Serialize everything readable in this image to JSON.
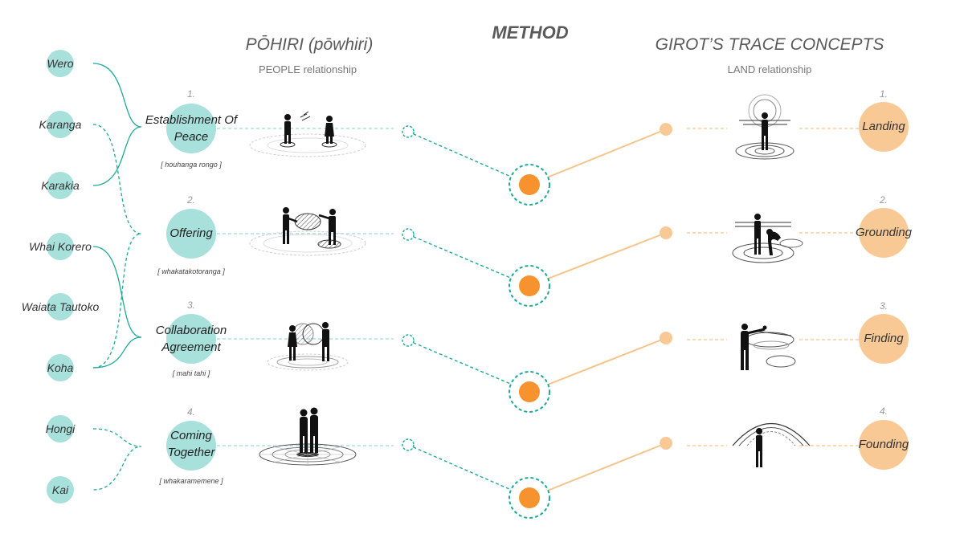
{
  "title": "METHOD",
  "left_column": {
    "title": "PŌHIRI (pōwhiri)",
    "subtitle": "PEOPLE relationship",
    "items": [
      "Wero",
      "Karanga",
      "Karakia",
      "Whai Korero",
      "Waiata Tautoko",
      "Koha",
      "Hongi",
      "Kai"
    ],
    "steps": [
      {
        "num": "1.",
        "label": "Establishment Of Peace",
        "sub": "[ houhanga rongo ]"
      },
      {
        "num": "2.",
        "label": "Offering",
        "sub": "[ whakatakotoranga ]"
      },
      {
        "num": "3.",
        "label": "Collaboration Agreement",
        "sub": "[ mahi tahi ]"
      },
      {
        "num": "4.",
        "label": "Coming Together",
        "sub": "[ whakaramemene ]"
      }
    ]
  },
  "right_column": {
    "title": "GIROT’S TRACE CONCEPTS",
    "subtitle": "LAND relationship",
    "steps": [
      {
        "num": "1.",
        "label": "Landing"
      },
      {
        "num": "2.",
        "label": "Grounding"
      },
      {
        "num": "3.",
        "label": "Finding"
      },
      {
        "num": "4.",
        "label": "Founding"
      }
    ]
  },
  "colors": {
    "teal_fill": "#a8e0dc",
    "teal_line": "#1fa99a",
    "orange_fill": "#f9c995",
    "orange_line": "#f5c489",
    "orange_dark": "#f7932e",
    "text": "#333333"
  }
}
